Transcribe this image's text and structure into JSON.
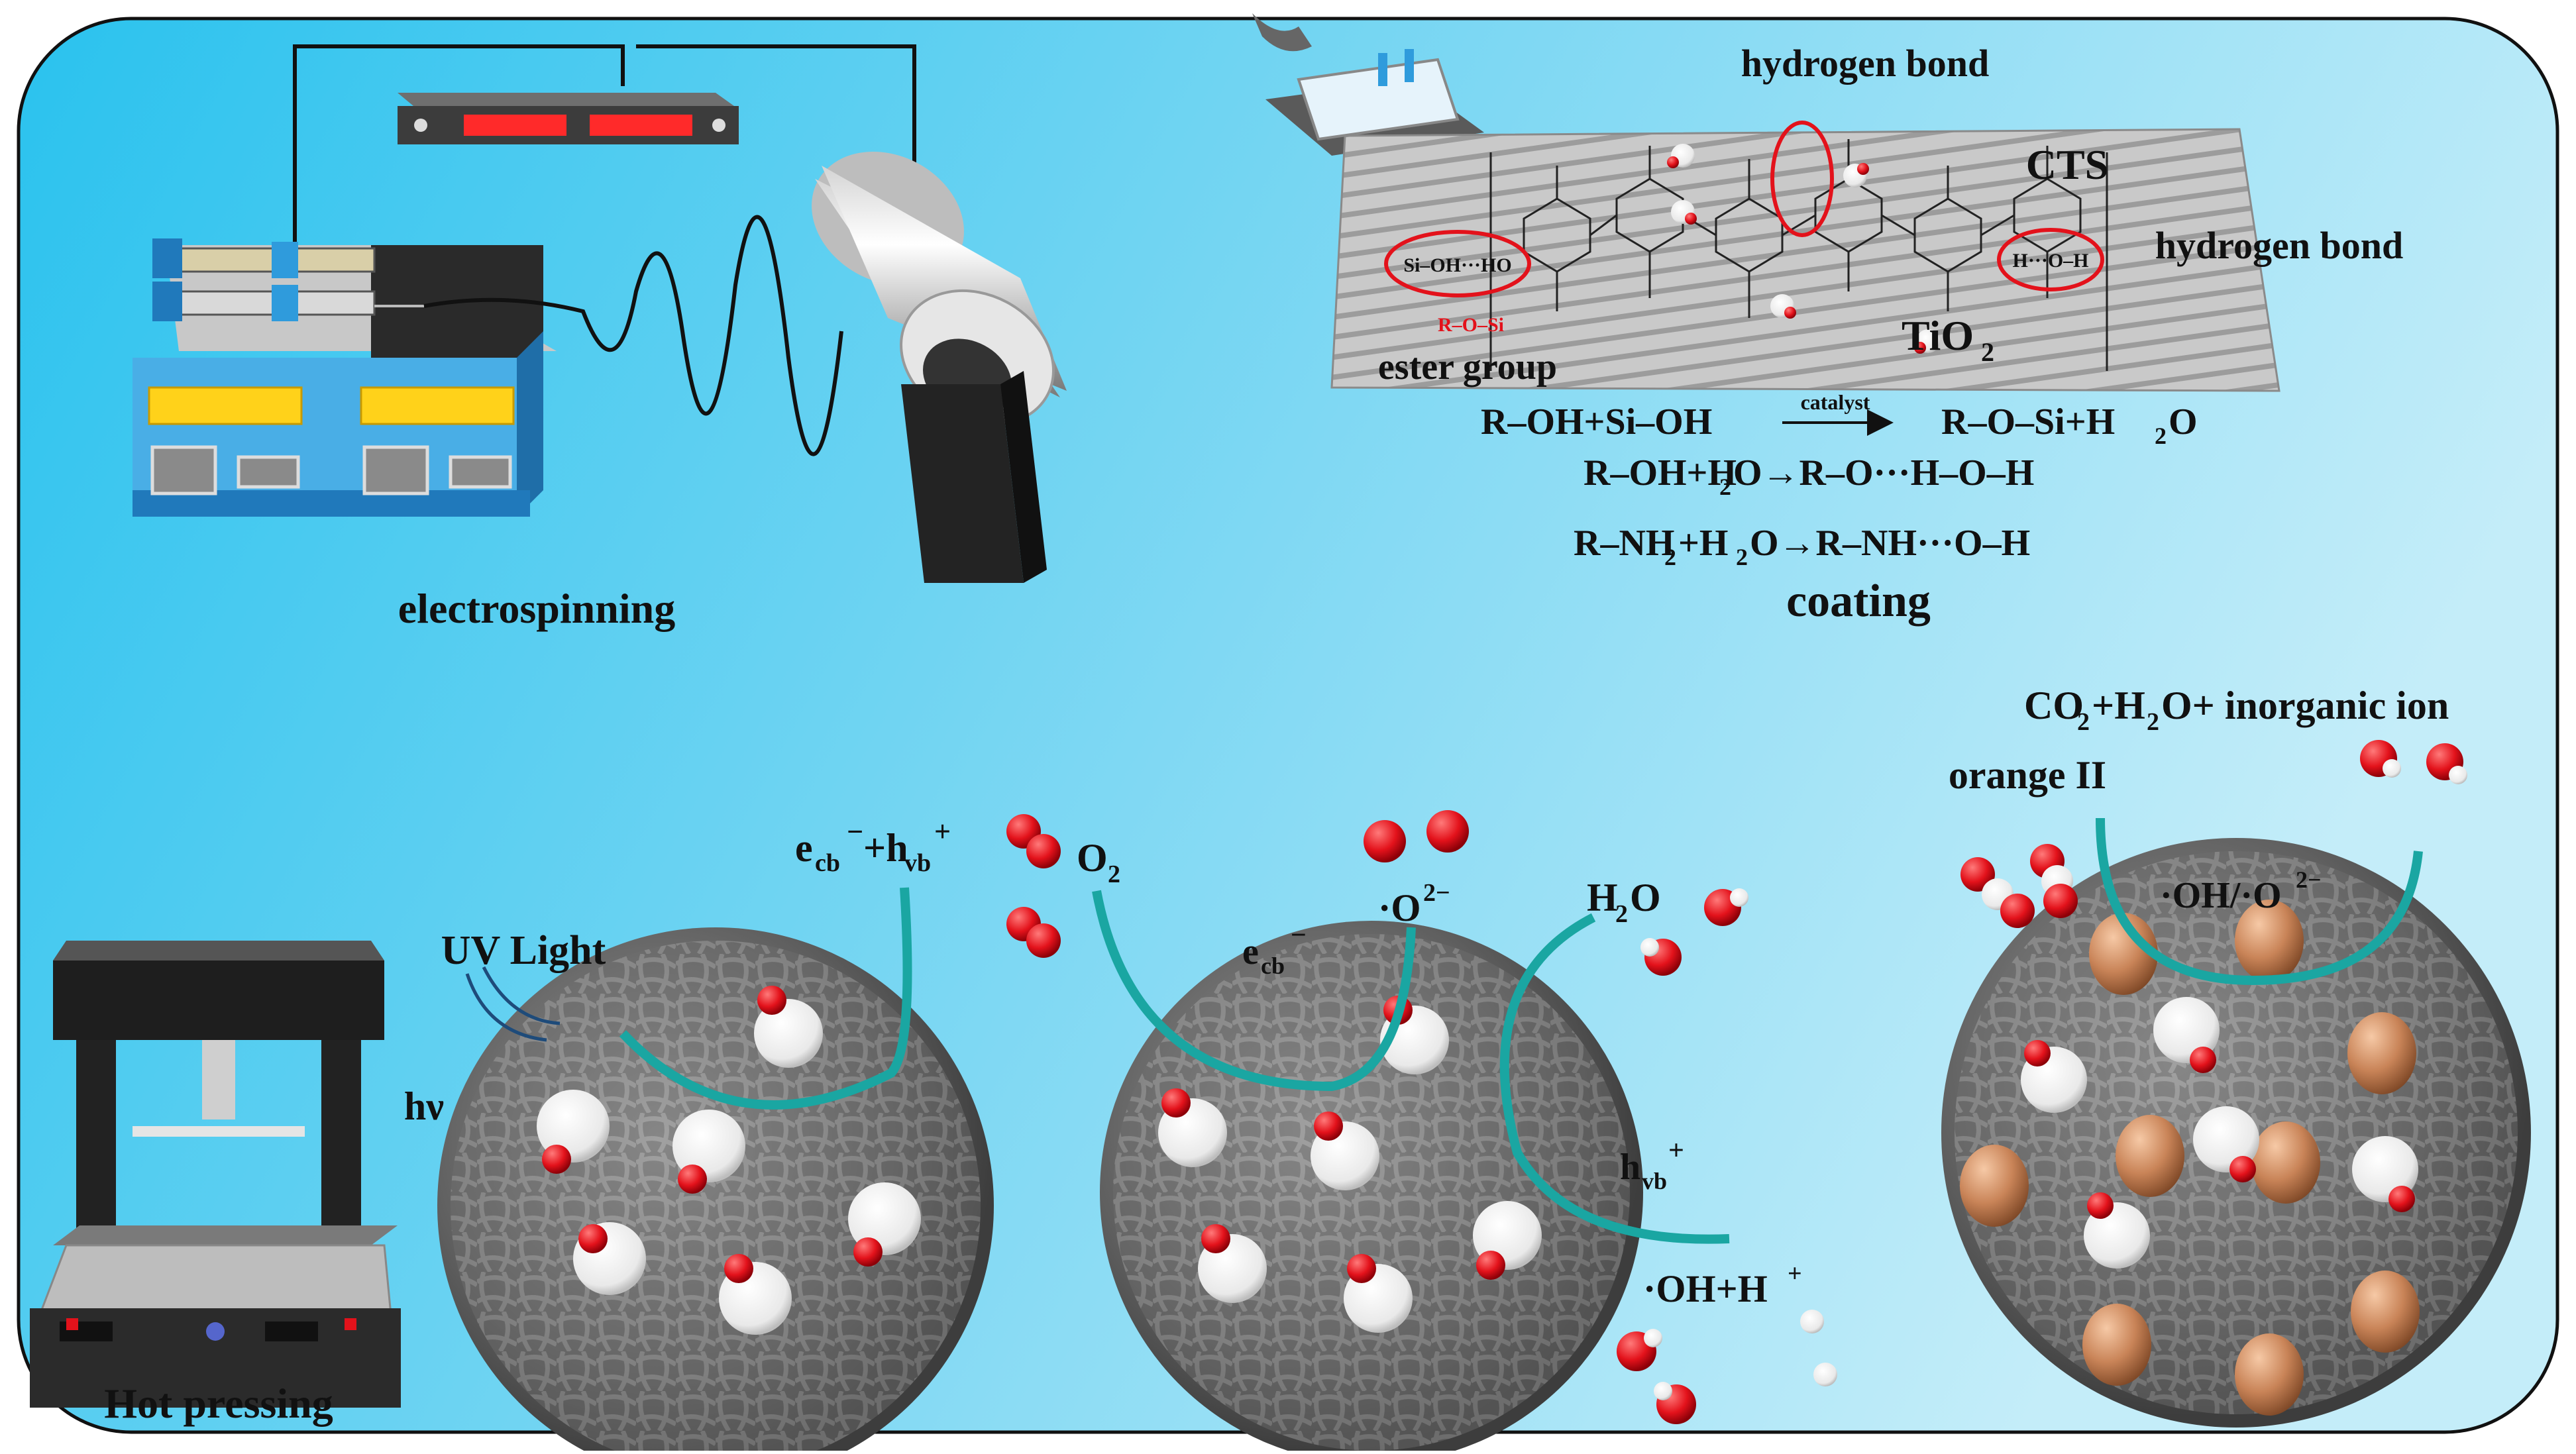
{
  "labels": {
    "electrospinning": "electrospinning",
    "hot_pressing": "Hot pressing",
    "uv_light": "UV Light",
    "hv": "hν",
    "hydrogen_bond_top": "hydrogen bond",
    "hydrogen_bond_right": "hydrogen bond",
    "cts": "CTS",
    "tio2": "TiO",
    "ester_group": "ester group",
    "r_o_si": "R–O–Si",
    "si_oh_ho": "Si–OH···HO",
    "h_o_h": "H···O–H",
    "catalyst": "catalyst",
    "coating": "coating",
    "orange_ii": "orange II",
    "products": "CO",
    "products_rest": "+H",
    "products_tail": "O+ inorganic ion",
    "o2": "O",
    "h2o_h": "H",
    "h2o_o": "O",
    "ecb": "e",
    "radical_o2": "·O",
    "hvb": "h",
    "oh_h": "·OH+H",
    "oh_o2": "·OH/·O"
  },
  "equations": {
    "eq1_left": "R–OH+Si–OH",
    "eq1_right": "R–O–Si+H",
    "eq1_tail": "O",
    "eq2": "R–OH+H",
    "eq2_tail": "O→R–O···H–O–H",
    "eq3": "R–NH",
    "eq3_mid": "+H",
    "eq3_tail": "O→R–NH···O–H"
  },
  "colors": {
    "bg_left": "#2fc4ee",
    "bg_right": "#bdebf9",
    "teal_arc": "#1aa6a2",
    "red_oxygen": "#e3121b",
    "copper": "#c98458",
    "pump_blue": "#2f9bdc",
    "pump_yellow": "#ffd21a"
  }
}
